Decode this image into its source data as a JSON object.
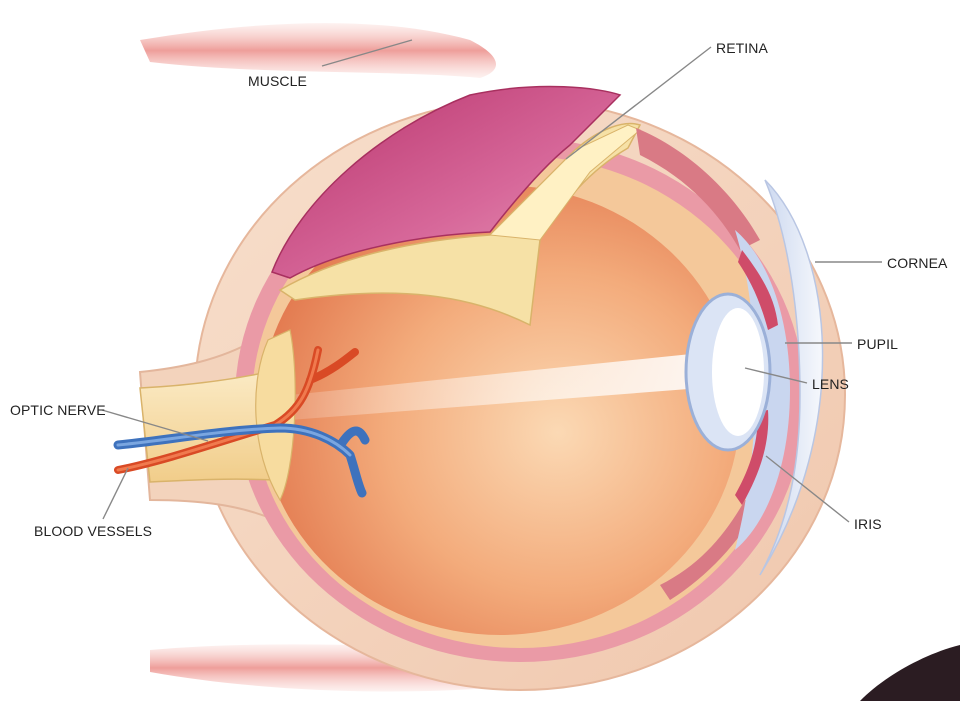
{
  "labels": {
    "muscle": "MUSCLE",
    "retina": "RETINA",
    "cornea": "CORNEA",
    "pupil": "PUPIL",
    "lens": "LENS",
    "optic_nerve": "OPTIC NERVE",
    "blood_vessels": "BLOOD VESSELS",
    "iris": "IRIS"
  },
  "colors": {
    "sclera": "#f4d2bb",
    "choroid": "#c8447a",
    "retina_layer": "#f6dfa0",
    "vitreous": "#f0a070",
    "cornea": "#dfe7f5",
    "lens": "#e8eef9",
    "iris": "#d55a73",
    "muscle": "#eea3a3",
    "artery": "#e0522a",
    "vein": "#4a7fc6",
    "leader_line": "#888888"
  }
}
